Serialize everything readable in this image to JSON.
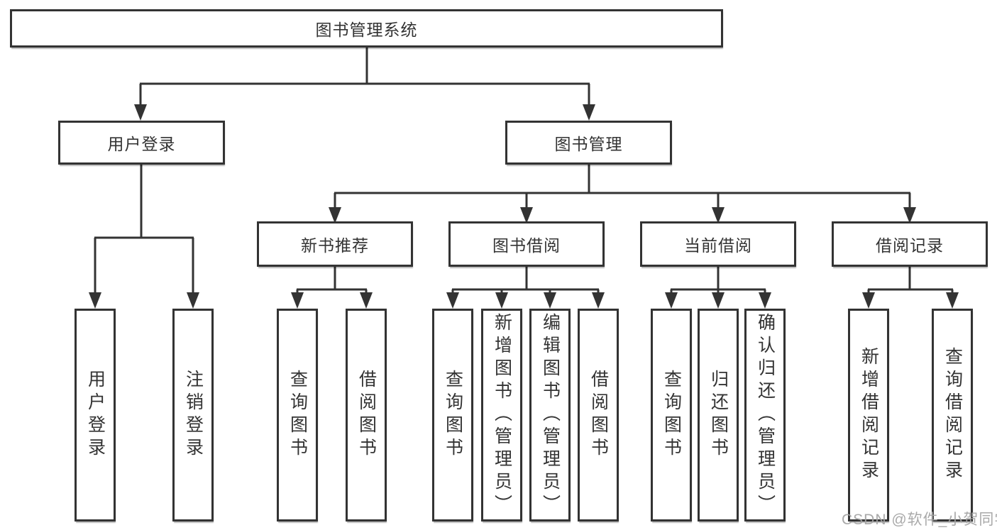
{
  "tree": {
    "label": "图书管理系统",
    "children": [
      {
        "label": "用户登录",
        "children": [
          {
            "label": "用户登录"
          },
          {
            "label": "注销登录"
          }
        ]
      },
      {
        "label": "图书管理",
        "children": [
          {
            "label": "新书推荐",
            "children": [
              {
                "label": "查询图书"
              },
              {
                "label": "借阅图书"
              }
            ]
          },
          {
            "label": "图书借阅",
            "children": [
              {
                "label": "查询图书"
              },
              {
                "label": "新增图书（管理员）"
              },
              {
                "label": "编辑图书（管理员）"
              },
              {
                "label": "借阅图书"
              }
            ]
          },
          {
            "label": "当前借阅",
            "children": [
              {
                "label": "查询图书"
              },
              {
                "label": "归还图书"
              },
              {
                "label": "确认归还（管理员）"
              }
            ]
          },
          {
            "label": "借阅记录",
            "children": [
              {
                "label": "新增借阅记录"
              },
              {
                "label": "查询借阅记录"
              }
            ]
          }
        ]
      }
    ]
  },
  "watermark": {
    "text": "CSDN @软件_小贺同学"
  },
  "colors": {
    "line": "#333333",
    "box_border": "#333333",
    "box_fill": "#ffffff",
    "text": "#333333",
    "watermark": "#a4a4a4"
  }
}
